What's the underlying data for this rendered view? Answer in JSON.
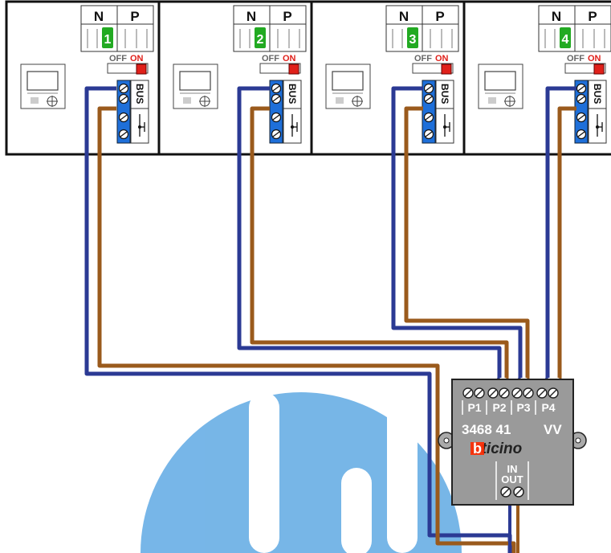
{
  "devices": [
    {
      "address_n_label": "N",
      "address_p_label": "P",
      "address_value": "1",
      "switch_off_label": "OFF",
      "switch_on_label": "ON",
      "bus_label": "BUS"
    },
    {
      "address_n_label": "N",
      "address_p_label": "P",
      "address_value": "2",
      "switch_off_label": "OFF",
      "switch_on_label": "ON",
      "bus_label": "BUS"
    },
    {
      "address_n_label": "N",
      "address_p_label": "P",
      "address_value": "3",
      "switch_off_label": "OFF",
      "switch_on_label": "ON",
      "bus_label": "BUS"
    },
    {
      "address_n_label": "N",
      "address_p_label": "P",
      "address_value": "4",
      "switch_off_label": "OFF",
      "switch_on_label": "ON",
      "bus_label": "BUS"
    }
  ],
  "distributor": {
    "ports": [
      "P1",
      "P2",
      "P3",
      "P4"
    ],
    "model": "3468 41",
    "model_suffix": "VV",
    "brand": "bticino",
    "in_label": "IN",
    "out_label": "OUT"
  },
  "colors": {
    "wire_blue": "#2b3a94",
    "wire_brown": "#9a5a1c",
    "address_green": "#22aa22",
    "switch_red": "#e0201a",
    "terminal_blue": "#1e6fd9",
    "watermark": "#4a9ee0",
    "box_gray": "#9a9a9a",
    "brand_red": "#ff2a00"
  },
  "icons": [
    "monitor-icon",
    "crosshair-icon",
    "pushbutton-icon",
    "screw-terminal-icon"
  ]
}
